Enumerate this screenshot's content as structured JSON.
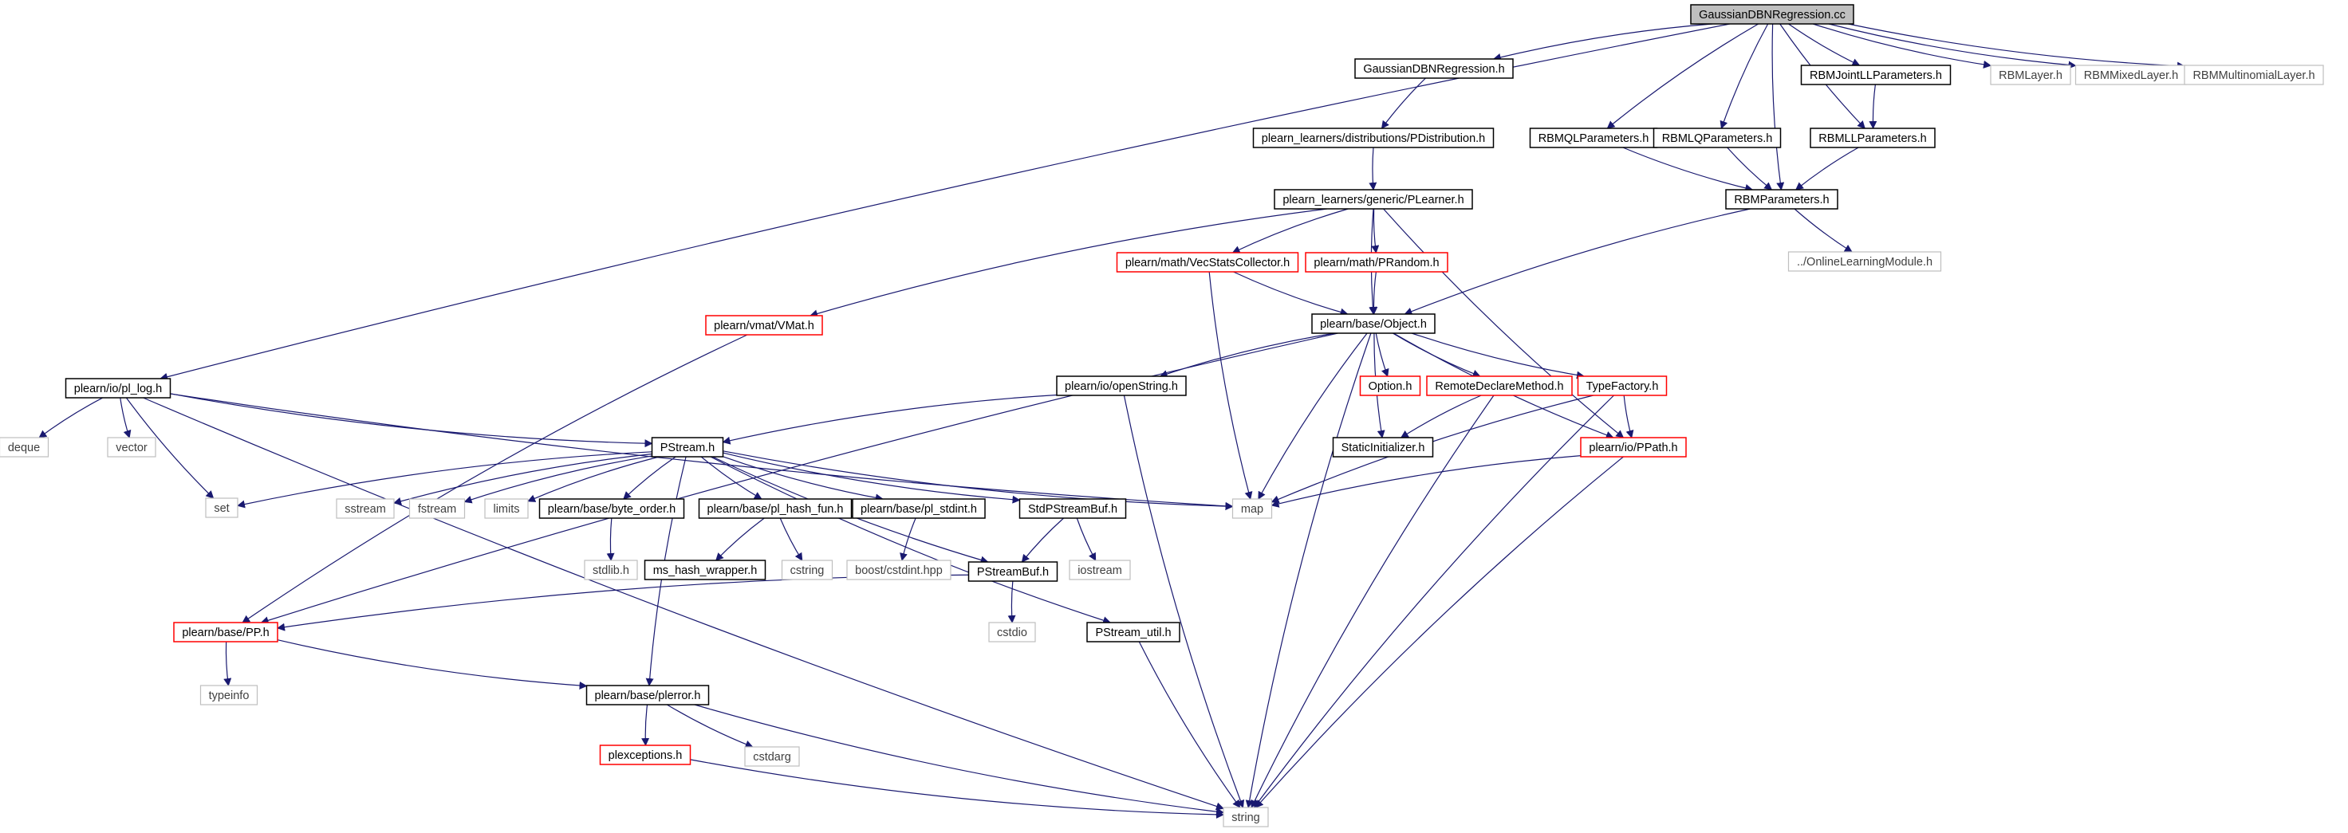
{
  "colors": {
    "edge": "#191970",
    "root_fill": "#bfbfbf",
    "black_border": "#000000",
    "red_border": "#ff0000",
    "gray_border": "#bfbfbf",
    "gray_text": "#404040",
    "text": "#000000"
  },
  "nodes": [
    {
      "id": "root",
      "label": "GaussianDBNRegression.cc",
      "kind": "root"
    },
    {
      "id": "gdbnr_h",
      "label": "GaussianDBNRegression.h",
      "kind": "black"
    },
    {
      "id": "pdist",
      "label": "plearn_learners/distributions/PDistribution.h",
      "kind": "black"
    },
    {
      "id": "plearner",
      "label": "plearn_learners/generic/PLearner.h",
      "kind": "black"
    },
    {
      "id": "vecstats",
      "label": "plearn/math/VecStatsCollector.h",
      "kind": "red"
    },
    {
      "id": "prandom",
      "label": "plearn/math/PRandom.h",
      "kind": "red"
    },
    {
      "id": "vmat",
      "label": "plearn/vmat/VMat.h",
      "kind": "red"
    },
    {
      "id": "object",
      "label": "plearn/base/Object.h",
      "kind": "black"
    },
    {
      "id": "pl_log",
      "label": "plearn/io/pl_log.h",
      "kind": "black"
    },
    {
      "id": "openstring",
      "label": "plearn/io/openString.h",
      "kind": "black"
    },
    {
      "id": "option",
      "label": "Option.h",
      "kind": "red"
    },
    {
      "id": "remotedeclare",
      "label": "RemoteDeclareMethod.h",
      "kind": "red"
    },
    {
      "id": "typefactory",
      "label": "TypeFactory.h",
      "kind": "red"
    },
    {
      "id": "staticinit",
      "label": "StaticInitializer.h",
      "kind": "black"
    },
    {
      "id": "ppath",
      "label": "plearn/io/PPath.h",
      "kind": "red"
    },
    {
      "id": "deque",
      "label": "deque",
      "kind": "gray"
    },
    {
      "id": "vector",
      "label": "vector",
      "kind": "gray"
    },
    {
      "id": "set",
      "label": "set",
      "kind": "gray"
    },
    {
      "id": "pstream",
      "label": "PStream.h",
      "kind": "black"
    },
    {
      "id": "sstream",
      "label": "sstream",
      "kind": "gray"
    },
    {
      "id": "fstream",
      "label": "fstream",
      "kind": "gray"
    },
    {
      "id": "limits",
      "label": "limits",
      "kind": "gray"
    },
    {
      "id": "byteorder",
      "label": "plearn/base/byte_order.h",
      "kind": "black"
    },
    {
      "id": "hashfun",
      "label": "plearn/base/pl_hash_fun.h",
      "kind": "black"
    },
    {
      "id": "stdint",
      "label": "plearn/base/pl_stdint.h",
      "kind": "black"
    },
    {
      "id": "stdpstreambuf",
      "label": "StdPStreamBuf.h",
      "kind": "black"
    },
    {
      "id": "map",
      "label": "map",
      "kind": "gray"
    },
    {
      "id": "stdlib",
      "label": "stdlib.h",
      "kind": "gray"
    },
    {
      "id": "mshash",
      "label": "ms_hash_wrapper.h",
      "kind": "black"
    },
    {
      "id": "cstring",
      "label": "cstring",
      "kind": "gray"
    },
    {
      "id": "boostcstdint",
      "label": "boost/cstdint.hpp",
      "kind": "gray"
    },
    {
      "id": "pstreambuf",
      "label": "PStreamBuf.h",
      "kind": "black"
    },
    {
      "id": "iostream",
      "label": "iostream",
      "kind": "gray"
    },
    {
      "id": "pp",
      "label": "plearn/base/PP.h",
      "kind": "red"
    },
    {
      "id": "cstdio",
      "label": "cstdio",
      "kind": "gray"
    },
    {
      "id": "pstreamutil",
      "label": "PStream_util.h",
      "kind": "black"
    },
    {
      "id": "typeinfo",
      "label": "typeinfo",
      "kind": "gray"
    },
    {
      "id": "plerror",
      "label": "plearn/base/plerror.h",
      "kind": "black"
    },
    {
      "id": "plexceptions",
      "label": "plexceptions.h",
      "kind": "red"
    },
    {
      "id": "cstdarg",
      "label": "cstdarg",
      "kind": "gray"
    },
    {
      "id": "string",
      "label": "string",
      "kind": "gray"
    },
    {
      "id": "rbmqlparams",
      "label": "RBMQLParameters.h",
      "kind": "black"
    },
    {
      "id": "rbmlqparams",
      "label": "RBMLQParameters.h",
      "kind": "black"
    },
    {
      "id": "rbmjointll",
      "label": "RBMJointLLParameters.h",
      "kind": "black"
    },
    {
      "id": "rbmllparams",
      "label": "RBMLLParameters.h",
      "kind": "black"
    },
    {
      "id": "rbmparams",
      "label": "RBMParameters.h",
      "kind": "black"
    },
    {
      "id": "onlinelearning",
      "label": "../OnlineLearningModule.h",
      "kind": "gray"
    },
    {
      "id": "rbmlayer",
      "label": "RBMLayer.h",
      "kind": "gray"
    },
    {
      "id": "rbmmixed",
      "label": "RBMMixedLayer.h",
      "kind": "gray"
    },
    {
      "id": "rbmmultinomial",
      "label": "RBMMultinomialLayer.h",
      "kind": "gray"
    }
  ],
  "edges": [
    [
      "root",
      "gdbnr_h"
    ],
    [
      "root",
      "pl_log"
    ],
    [
      "root",
      "rbmqlparams"
    ],
    [
      "root",
      "rbmlqparams"
    ],
    [
      "root",
      "rbmparams"
    ],
    [
      "root",
      "rbmllparams"
    ],
    [
      "root",
      "rbmjointll"
    ],
    [
      "root",
      "rbmlayer"
    ],
    [
      "root",
      "rbmmixed"
    ],
    [
      "root",
      "rbmmultinomial"
    ],
    [
      "gdbnr_h",
      "pdist"
    ],
    [
      "pdist",
      "plearner"
    ],
    [
      "plearner",
      "vmat"
    ],
    [
      "plearner",
      "vecstats"
    ],
    [
      "plearner",
      "prandom"
    ],
    [
      "plearner",
      "object"
    ],
    [
      "plearner",
      "ppath"
    ],
    [
      "vecstats",
      "object"
    ],
    [
      "vecstats",
      "map"
    ],
    [
      "prandom",
      "object"
    ],
    [
      "vmat",
      "pp"
    ],
    [
      "object",
      "pp"
    ],
    [
      "object",
      "openstring"
    ],
    [
      "object",
      "map"
    ],
    [
      "object",
      "string"
    ],
    [
      "object",
      "staticinit"
    ],
    [
      "object",
      "option"
    ],
    [
      "object",
      "remotedeclare"
    ],
    [
      "object",
      "typefactory"
    ],
    [
      "object",
      "ppath"
    ],
    [
      "openstring",
      "pstream"
    ],
    [
      "openstring",
      "string"
    ],
    [
      "remotedeclare",
      "staticinit"
    ],
    [
      "remotedeclare",
      "string"
    ],
    [
      "typefactory",
      "ppath"
    ],
    [
      "typefactory",
      "map"
    ],
    [
      "typefactory",
      "string"
    ],
    [
      "ppath",
      "map"
    ],
    [
      "ppath",
      "string"
    ],
    [
      "pl_log",
      "deque"
    ],
    [
      "pl_log",
      "vector"
    ],
    [
      "pl_log",
      "set"
    ],
    [
      "pl_log",
      "string"
    ],
    [
      "pl_log",
      "pstream"
    ],
    [
      "pl_log",
      "map"
    ],
    [
      "pstream",
      "set"
    ],
    [
      "pstream",
      "sstream"
    ],
    [
      "pstream",
      "fstream"
    ],
    [
      "pstream",
      "limits"
    ],
    [
      "pstream",
      "byteorder"
    ],
    [
      "pstream",
      "hashfun"
    ],
    [
      "pstream",
      "stdint"
    ],
    [
      "pstream",
      "stdpstreambuf"
    ],
    [
      "pstream",
      "map"
    ],
    [
      "pstream",
      "pstreambuf"
    ],
    [
      "pstream",
      "pstreamutil"
    ],
    [
      "pstream",
      "plerror"
    ],
    [
      "byteorder",
      "stdlib"
    ],
    [
      "hashfun",
      "mshash"
    ],
    [
      "hashfun",
      "cstring"
    ],
    [
      "stdint",
      "boostcstdint"
    ],
    [
      "stdpstreambuf",
      "pstreambuf"
    ],
    [
      "stdpstreambuf",
      "iostream"
    ],
    [
      "pstreambuf",
      "pp"
    ],
    [
      "pstreambuf",
      "cstdio"
    ],
    [
      "pstreamutil",
      "string"
    ],
    [
      "pp",
      "typeinfo"
    ],
    [
      "pp",
      "plerror"
    ],
    [
      "plerror",
      "plexceptions"
    ],
    [
      "plerror",
      "cstdarg"
    ],
    [
      "plerror",
      "string"
    ],
    [
      "plexceptions",
      "string"
    ],
    [
      "rbmqlparams",
      "rbmparams"
    ],
    [
      "rbmlqparams",
      "rbmparams"
    ],
    [
      "rbmjointll",
      "rbmllparams"
    ],
    [
      "rbmllparams",
      "rbmparams"
    ],
    [
      "rbmparams",
      "onlinelearning"
    ],
    [
      "rbmparams",
      "object"
    ]
  ]
}
